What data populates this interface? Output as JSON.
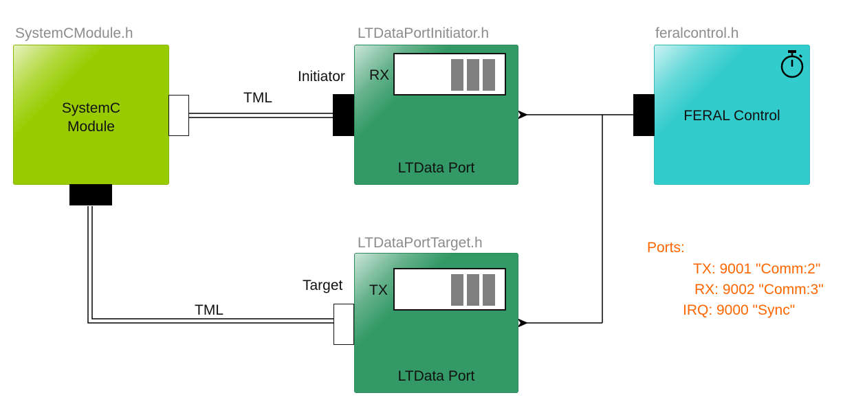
{
  "files": {
    "systemc": "SystemCModule.h",
    "initiator": "LTDataPortInitiator.h",
    "feral": "feralcontrol.h",
    "target": "LTDataPortTarget.h"
  },
  "blocks": {
    "systemc_line1": "SystemC",
    "systemc_line2": "Module",
    "initiator_name": "LTData Port",
    "target_name": "LTData Port",
    "feral_name": "FERAL Control"
  },
  "ports": {
    "initiator_label": "Initiator",
    "target_label": "Target",
    "rx_label": "RX",
    "tx_label": "TX"
  },
  "links": {
    "tml_top": "TML",
    "tml_bottom": "TML"
  },
  "port_config": {
    "heading": "Ports:",
    "tx": "TX: 9001 \"Comm:2\"",
    "rx": "RX: 9002 \"Comm:3\"",
    "irq": "IRQ: 9000 \"Sync\""
  },
  "colors": {
    "systemc_block": "#99cc00",
    "ltdata_block": "#339966",
    "feral_block": "#33cccc",
    "notes_text": "#ff6600",
    "file_label": "#8c8c8c"
  },
  "icons": {
    "feral_timer": "stopwatch-icon"
  }
}
